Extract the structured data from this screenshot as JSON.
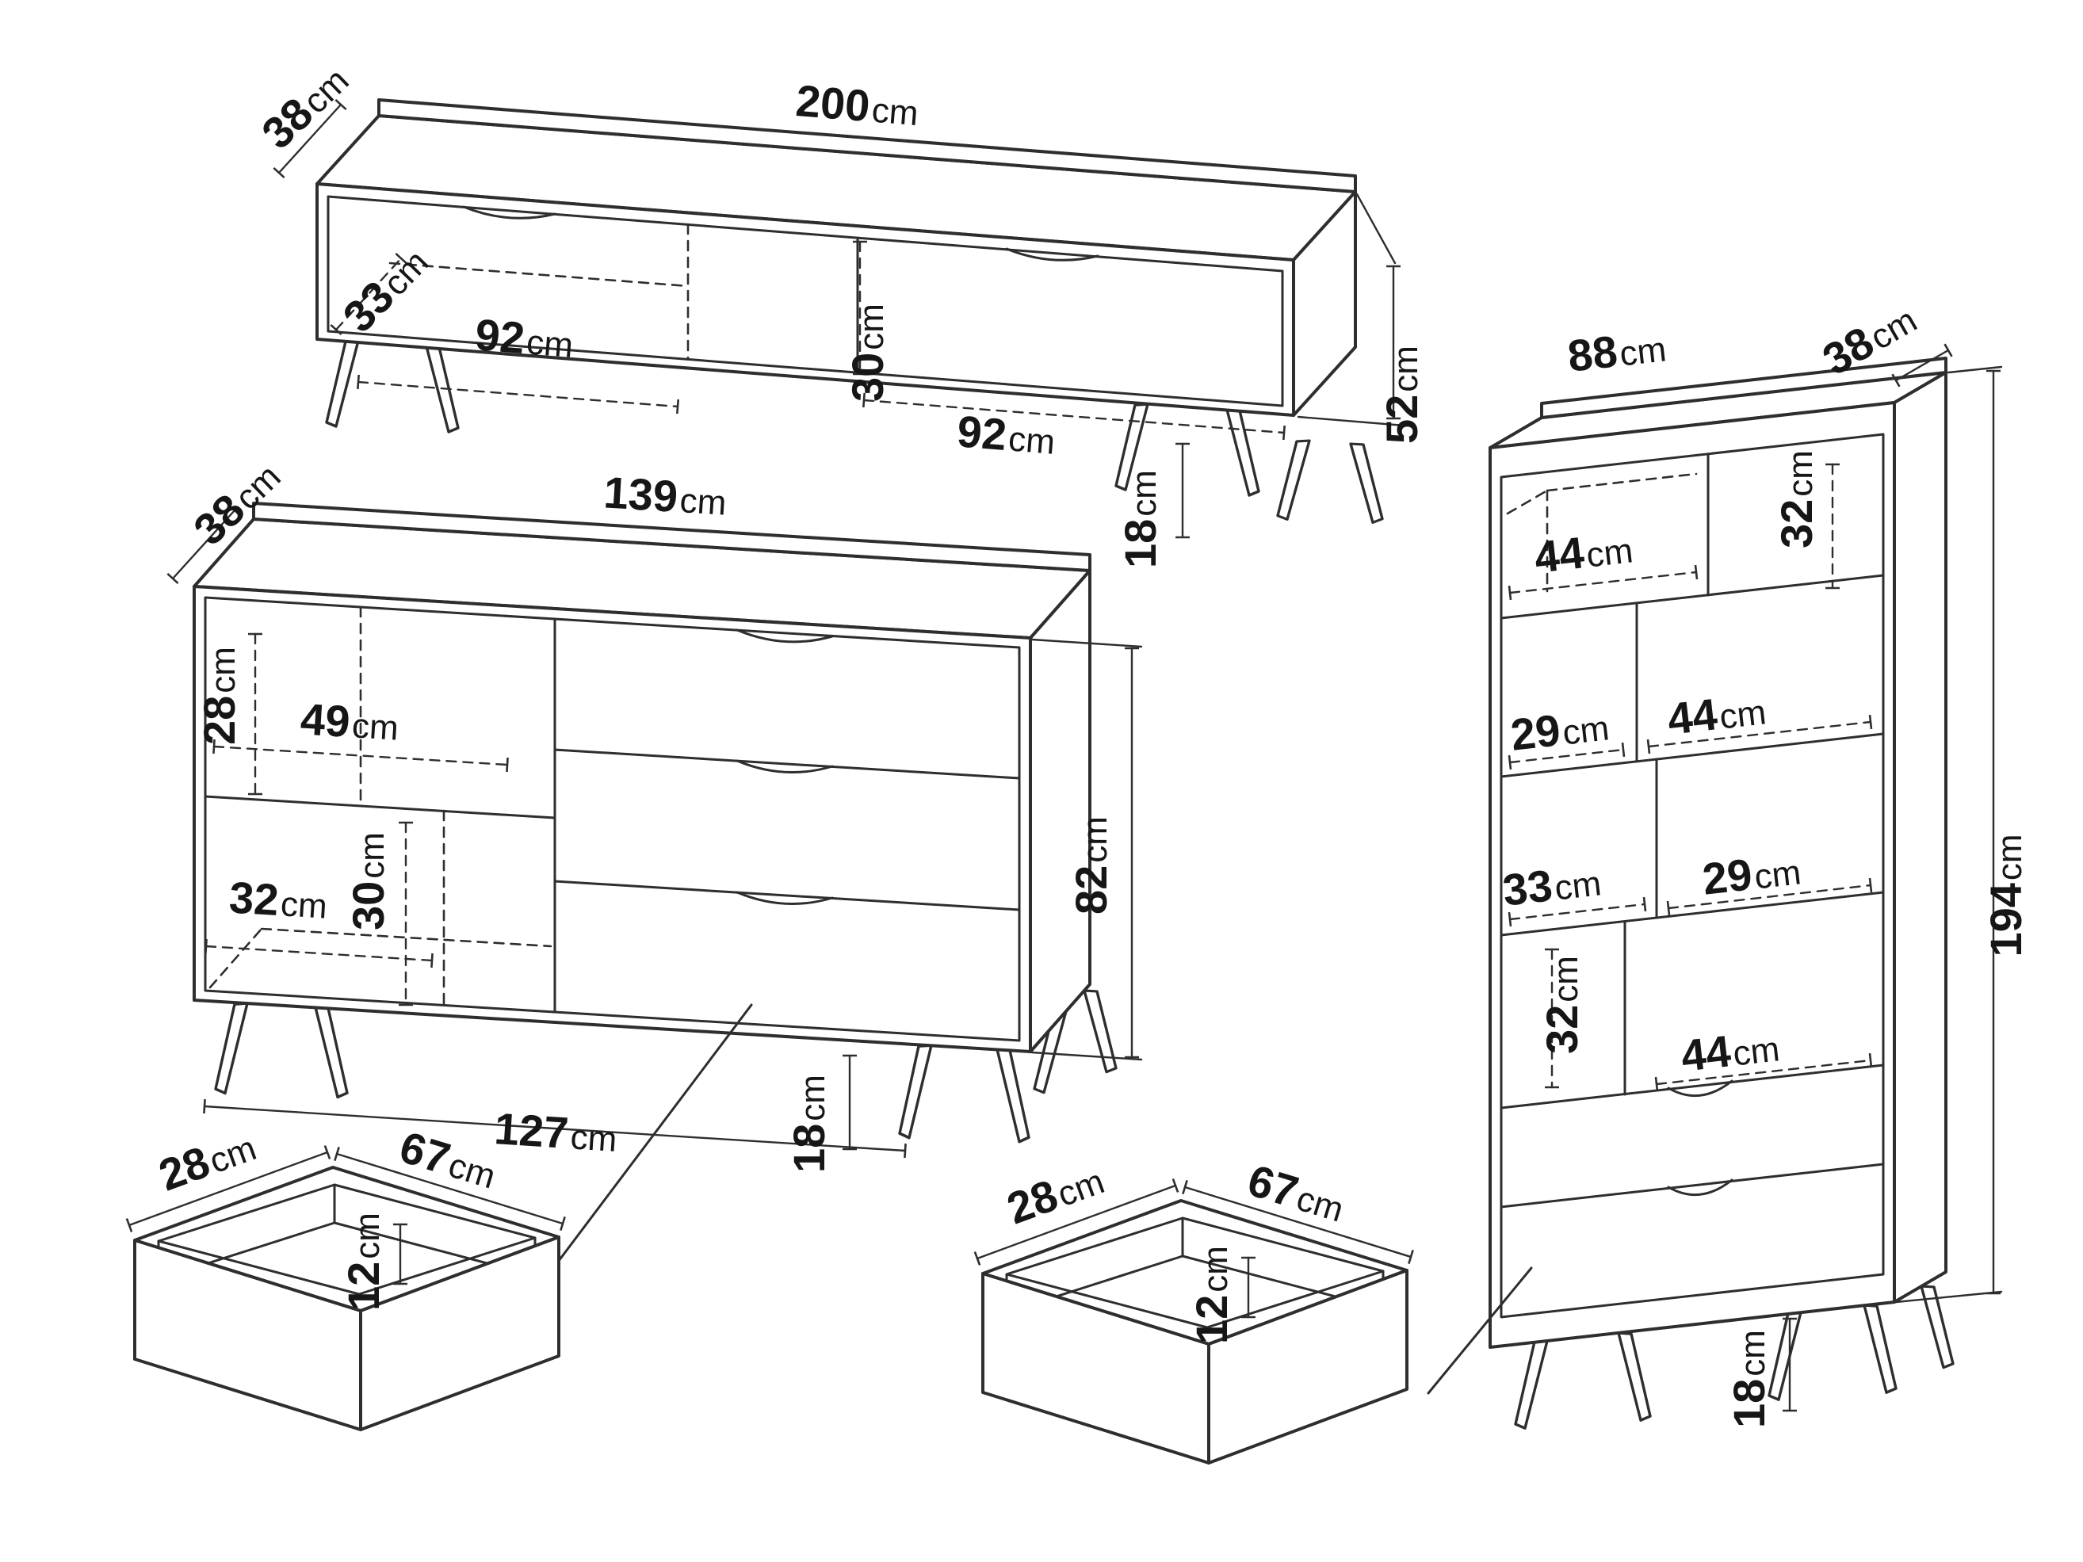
{
  "unit": "cm",
  "tv": {
    "depth": "38",
    "width": "200",
    "interior_depth": "33",
    "left_compartment": "92",
    "interior_height": "30",
    "right_compartment": "92",
    "height": "52",
    "leg_height": "18"
  },
  "sideboard": {
    "depth": "38",
    "width": "139",
    "upper_shelf_height": "28",
    "upper_shelf_width": "49",
    "lower_shelf_width": "32",
    "lower_shelf_height": "30",
    "height": "82",
    "base_width": "127",
    "leg_height": "18"
  },
  "bookcase": {
    "width": "88",
    "depth": "38",
    "row1_width": "44",
    "row1_height": "32",
    "row2_left_width": "29",
    "row2_right_width": "44",
    "row3_left_width": "33",
    "row3_right_width": "29",
    "row4_height": "32",
    "row4_width": "44",
    "height": "194",
    "leg_height": "18"
  },
  "drawer_left": {
    "depth": "28",
    "width": "67",
    "height": "12"
  },
  "drawer_right": {
    "depth": "28",
    "width": "67",
    "height": "12"
  }
}
